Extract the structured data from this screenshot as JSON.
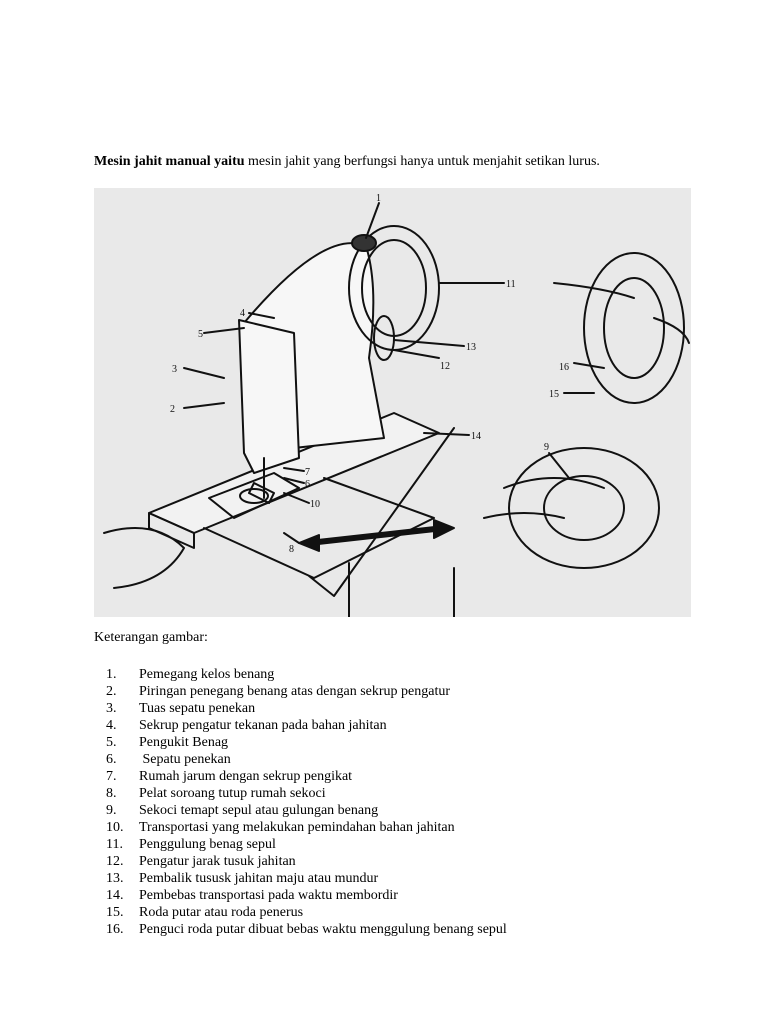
{
  "intro": {
    "bold": "Mesin jahit manual yaitu",
    "rest": " mesin jahit yang berfungsi hanya untuk menjahit setikan lurus."
  },
  "figure": {
    "callouts": [
      "1",
      "2",
      "3",
      "4",
      "5",
      "6",
      "7",
      "8",
      "9",
      "10",
      "11",
      "12",
      "13",
      "14",
      "15",
      "16"
    ]
  },
  "caption": "Keterangan gambar:",
  "legend": [
    {
      "num": "1.",
      "text": "Pemegang kelos benang"
    },
    {
      "num": "2.",
      "text": "Piringan penegang benang atas dengan sekrup pengatur"
    },
    {
      "num": "3.",
      "text": "Tuas sepatu penekan"
    },
    {
      "num": "4.",
      "text": "Sekrup pengatur tekanan pada bahan jahitan"
    },
    {
      "num": "5.",
      "text": "Pengukit Benag"
    },
    {
      "num": "6.",
      "text": " Sepatu penekan"
    },
    {
      "num": "7.",
      "text": "Rumah jarum dengan sekrup pengikat"
    },
    {
      "num": "8.",
      "text": "Pelat soroang tutup rumah sekoci"
    },
    {
      "num": "9.",
      "text": "Sekoci temapt sepul atau gulungan benang"
    },
    {
      "num": "10.",
      "text": "Transportasi yang melakukan pemindahan bahan jahitan"
    },
    {
      "num": "11.",
      "text": "Penggulung benag sepul"
    },
    {
      "num": "12.",
      "text": "Pengatur jarak tusuk jahitan"
    },
    {
      "num": "13.",
      "text": "Pembalik tususk jahitan maju atau mundur"
    },
    {
      "num": "14.",
      "text": "Pembebas transportasi pada waktu membordir"
    },
    {
      "num": "15.",
      "text": "Roda putar atau roda penerus"
    },
    {
      "num": "16.",
      "text": "Penguci roda putar dibuat bebas waktu menggulung benang sepul"
    }
  ]
}
